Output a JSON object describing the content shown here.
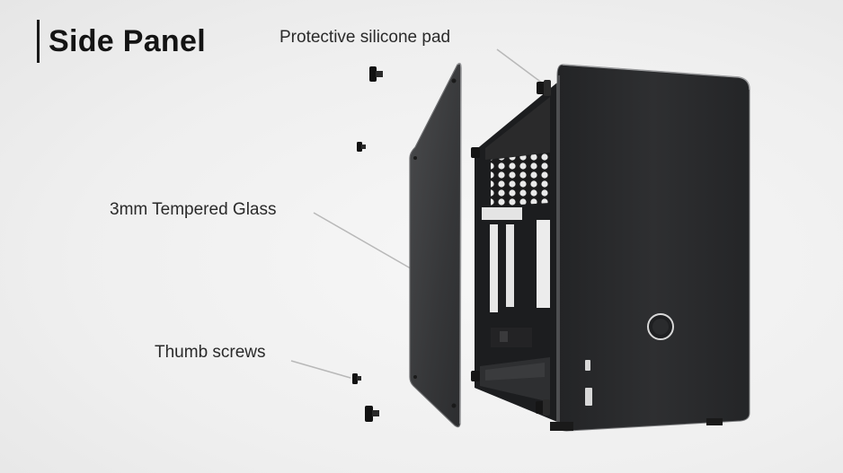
{
  "title": "Side Panel",
  "callouts": {
    "silicone_pad": "Protective silicone pad",
    "glass": "3mm Tempered Glass",
    "thumb_screws": "Thumb screws"
  },
  "colors": {
    "case_body": "#2b2c2e",
    "glass_panel": "#3a3b3d",
    "background": "#f0f0f0",
    "leader_line": "#b8b8b8"
  }
}
